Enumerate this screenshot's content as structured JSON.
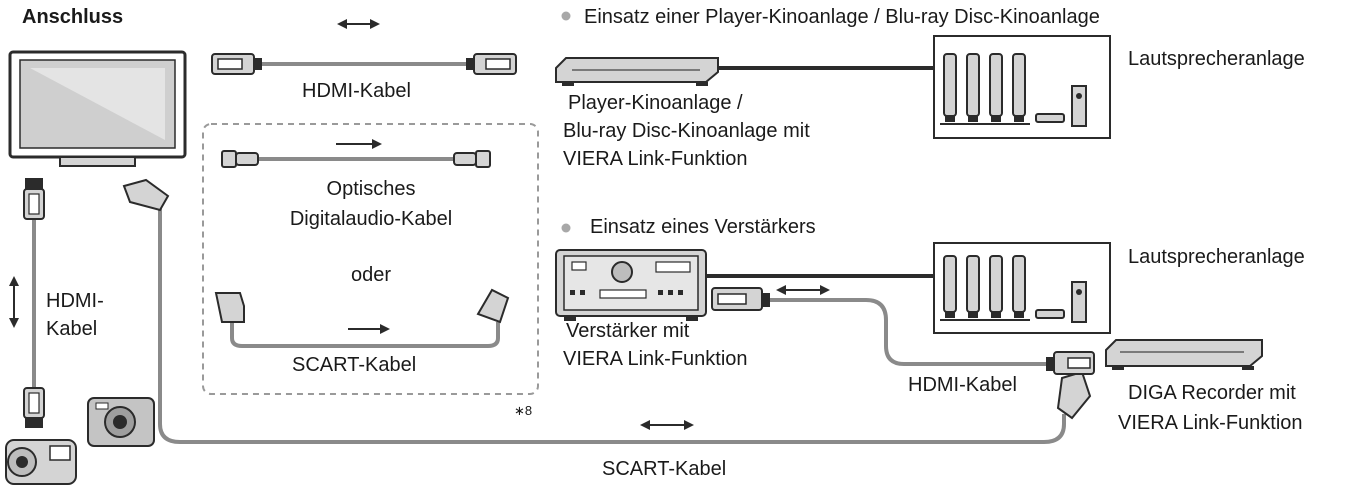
{
  "title": "Anschluss",
  "sections": {
    "player": "Einsatz einer Player-Kinoanlage / Blu-ray Disc-Kinoanlage",
    "amplifier": "Einsatz eines Verstärkers"
  },
  "cables": {
    "hdmi_top": "HDMI-Kabel",
    "optical_1": "Optisches",
    "optical_2": "Digitalaudio-Kabel",
    "or": "oder",
    "scart_inner": "SCART-Kabel",
    "hdmi_left_1": "HDMI-",
    "hdmi_left_2": "Kabel",
    "hdmi_recorder": "HDMI-Kabel",
    "scart_bottom": "SCART-Kabel"
  },
  "devices": {
    "player_1": "Player-Kinoanlage /",
    "player_2": "Blu-ray Disc-Kinoanlage mit",
    "player_3": "VIERA Link-Funktion",
    "speakers_top": "Lautsprecheranlage",
    "speakers_bottom": "Lautsprecheranlage",
    "amp_1": "Verstärker mit",
    "amp_2": "VIERA Link-Funktion",
    "diga_1": "DIGA Recorder mit",
    "diga_2": "VIERA Link-Funktion"
  },
  "footnote": "∗8",
  "colors": {
    "line": "#2b2b2b",
    "cable": "#8a8a8a",
    "fill": "#d4d4d4",
    "bullet": "#a8a8a8"
  }
}
